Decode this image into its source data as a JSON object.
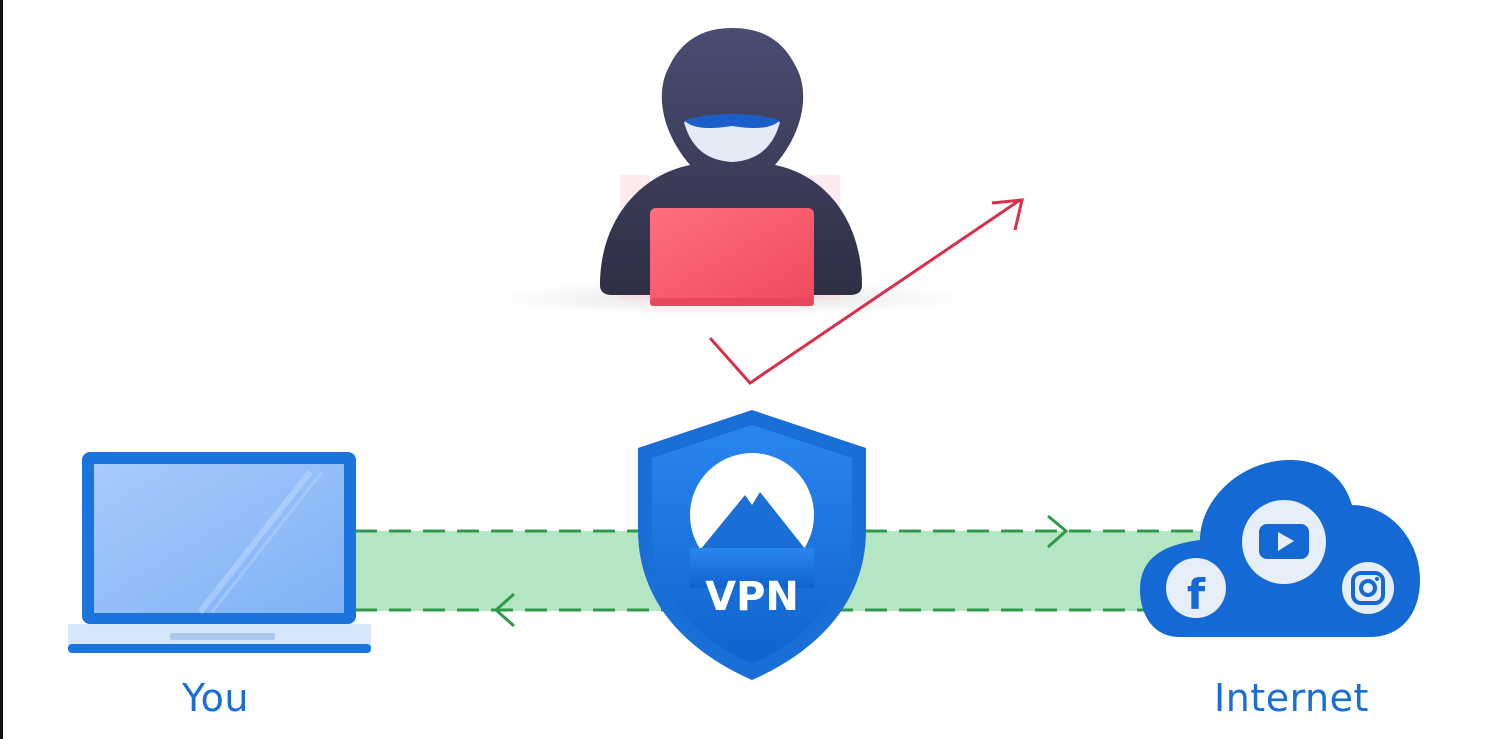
{
  "diagram": {
    "nodes": {
      "you": {
        "label": "You",
        "icon": "laptop-icon"
      },
      "vpn": {
        "label": "VPN",
        "icon": "vpn-shield-icon"
      },
      "internet": {
        "label": "Internet",
        "icon": "cloud-icon",
        "services": [
          "facebook-icon",
          "youtube-icon",
          "instagram-icon"
        ]
      },
      "hacker": {
        "icon": "hooded-hacker-icon"
      }
    },
    "edges": [
      {
        "from": "you",
        "to": "internet",
        "via": "vpn",
        "style": "dashed",
        "direction": "right"
      },
      {
        "from": "internet",
        "to": "you",
        "via": "vpn",
        "style": "dashed",
        "direction": "left"
      },
      {
        "from": "hacker",
        "to": "vpn",
        "style": "deflected",
        "color": "#d6304a"
      }
    ],
    "colors": {
      "brand_blue": "#1a6fd6",
      "tunnel_fill": "#b4e6c4",
      "tunnel_dash": "#2f9a4a",
      "hacker_body": "#3f4160",
      "hacker_laptop": "#f25a6a",
      "deflect_arrow": "#d6304a"
    }
  }
}
